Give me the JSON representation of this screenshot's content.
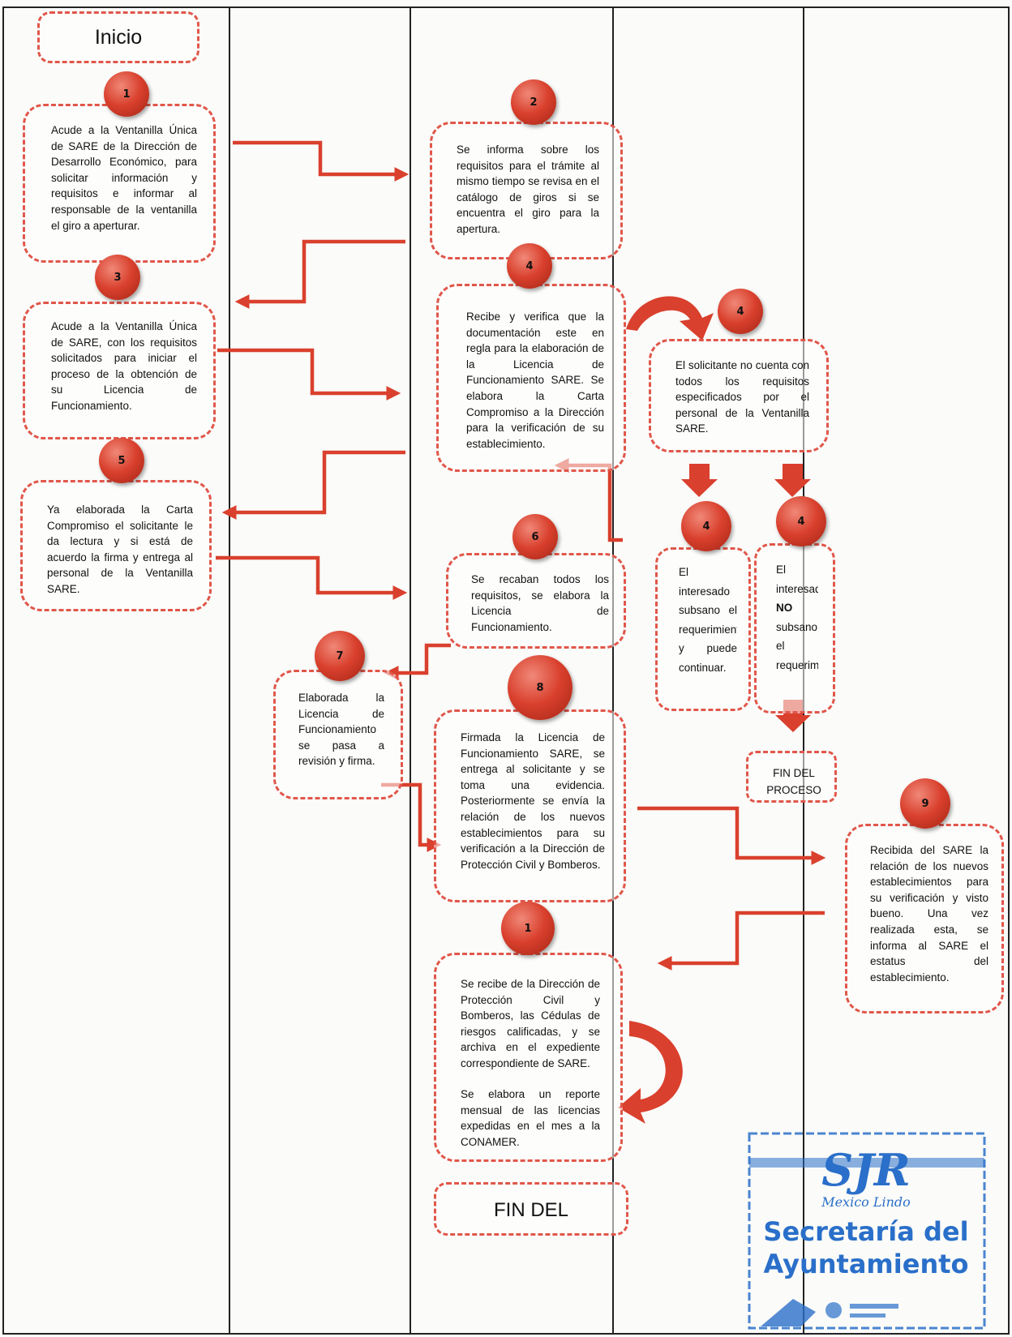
{
  "terminals": {
    "start": "Inicio",
    "end": "FIN DEL",
    "branch_end": "FIN DEL PROCESO"
  },
  "steps": [
    {
      "id": "s1",
      "number": "1",
      "text": "Acude a la Ventanilla Única de SARE de la Dirección de Desarrollo Económico, para solicitar información y requisitos e informar al responsable de la ventanilla el giro a aperturar."
    },
    {
      "id": "s2",
      "number": "2",
      "text": "Se informa sobre los requisitos para el trámite al mismo tiempo se revisa en el catálogo de giros si se encuentra el giro para la apertura."
    },
    {
      "id": "s3",
      "number": "3",
      "text": "Acude a la Ventanilla Única de SARE, con los requisitos solicitados para iniciar el proceso de la obtención de su Licencia de Funcionamiento."
    },
    {
      "id": "s4a",
      "number": "4",
      "text": "Recibe y verifica que la documentación este en regla para la elaboración de la Licencia de Funcionamiento SARE. Se elabora la Carta Compromiso a la Dirección para la verificación de su establecimiento."
    },
    {
      "id": "s4b",
      "number": "4",
      "text": "El solicitante no cuenta con todos los requisitos especificados por el personal de la Ventanilla SARE."
    },
    {
      "id": "s4c",
      "number": "4",
      "text": "El interesado subsano el requerimiento y puede continuar."
    },
    {
      "id": "s4d",
      "number": "4",
      "text_before": "El interesado ",
      "text_bold": "NO",
      "text_after": " subsano el requerimiento."
    },
    {
      "id": "s5",
      "number": "5",
      "text": "Ya elaborada la Carta Compromiso el solicitante le da lectura y si está de acuerdo la firma y entrega al personal de la Ventanilla SARE."
    },
    {
      "id": "s6",
      "number": "6",
      "text": "Se recaban todos los requisitos, se elabora la Licencia de Funcionamiento."
    },
    {
      "id": "s7",
      "number": "7",
      "text": "Elaborada la Licencia de Funcionamiento se pasa a revisión y firma."
    },
    {
      "id": "s8",
      "number": "8",
      "text": "Firmada la Licencia de Funcionamiento SARE, se entrega al solicitante y se toma una evidencia. Posteriormente se envía la relación de los nuevos establecimientos para su verificación a la Dirección de Protección Civil y Bomberos."
    },
    {
      "id": "s9",
      "number": "9",
      "text": "Recibida del SARE la relación de los nuevos establecimientos para su verificación y visto bueno. Una vez realizada esta, se informa al SARE el estatus del establecimiento."
    },
    {
      "id": "s10",
      "number": "1",
      "text": "Se recibe de la Dirección de Protección Civil y Bomberos, las Cédulas de riesgos calificadas, y se archiva en el expediente correspondiente de SARE.",
      "text2": "Se elabora un reporte mensual de las licencias expedidas en el mes a la CONAMER."
    }
  ],
  "stamp": {
    "logo": "SJR",
    "script": "Mexico Lindo",
    "line1": "Secretaría del",
    "line2": "Ayuntamiento"
  },
  "colors": {
    "box_border": "#e0574a",
    "arrow": "#d9402d",
    "badge": "#d9402d",
    "stamp": "#2a6fc9"
  }
}
